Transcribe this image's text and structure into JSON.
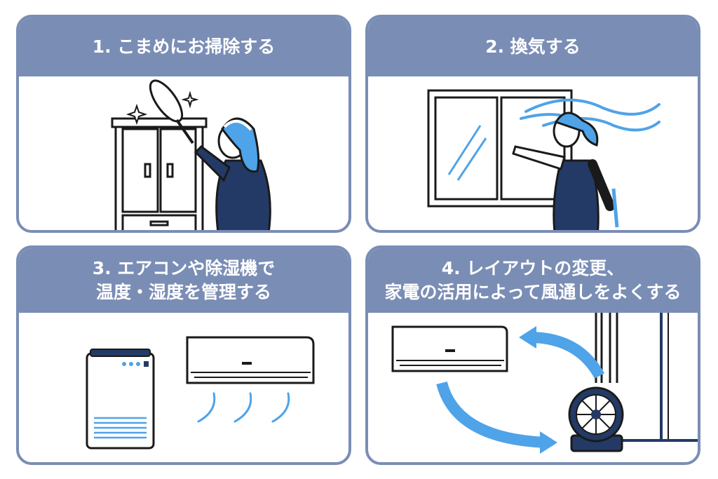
{
  "colors": {
    "header": "#7a8db5",
    "accent": "#4fa3e8",
    "navy": "#243a66"
  },
  "cards": [
    {
      "title": "1. こまめにお掃除する",
      "lines": [],
      "illustration": "woman-dusting-cabinet"
    },
    {
      "title": "2. 換気する",
      "lines": [],
      "illustration": "woman-opening-window"
    },
    {
      "title": "",
      "lines": [
        "3. エアコンや除湿機で",
        "温度・湿度を管理する"
      ],
      "illustration": "dehumidifier-and-air-conditioner"
    },
    {
      "title": "",
      "lines": [
        "4. レイアウトの変更、",
        "家電の活用によって風通しをよくする"
      ],
      "illustration": "air-conditioner-and-circulator-fan"
    }
  ]
}
